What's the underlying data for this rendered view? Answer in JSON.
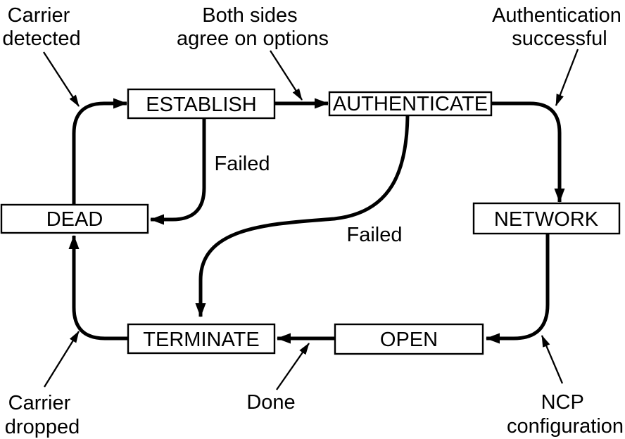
{
  "figure": {
    "background_color": "#ffffff",
    "stroke_color": "#000000",
    "states": {
      "establish": "ESTABLISH",
      "authenticate": "AUTHENTICATE",
      "dead": "DEAD",
      "network": "NETWORK",
      "terminate": "TERMINATE",
      "open": "OPEN"
    },
    "transition_labels": {
      "establish_failed": "Failed",
      "authenticate_failed": "Failed"
    },
    "callouts": {
      "carrier_detected": {
        "line1": "Carrier",
        "line2": "detected"
      },
      "both_sides_agree": {
        "line1": "Both sides",
        "line2": "agree on options"
      },
      "authentication_successful": {
        "line1": "Authentication",
        "line2": "successful"
      },
      "carrier_dropped": {
        "line1": "Carrier",
        "line2": "dropped"
      },
      "done": {
        "line1": "Done"
      },
      "ncp_configuration": {
        "line1": "NCP",
        "line2": "configuration"
      }
    }
  }
}
